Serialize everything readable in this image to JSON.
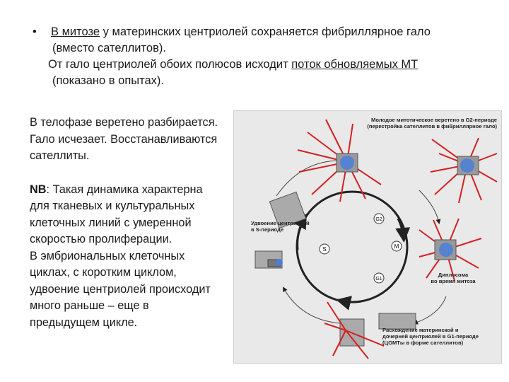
{
  "top": {
    "line1_pre": "В митозе",
    "line1_post": " у материнских центриолей сохраняется фибриллярное гало",
    "line2": "(вместо сателлитов).",
    "line3_pre": "От гало центриолей обоих полюсов исходит ",
    "line3_link": "поток обновляемых МТ",
    "line4": "(показано в опытах)."
  },
  "left": {
    "p1": "В телофазе веретено разбирается. Гало исчезает. Восстанавливаются сателлиты.",
    "nb_label": "NB",
    "nb_rest": ": Такая динамика характерна для тканевых и культуральных клеточных линий с умеренной скоростью пролиферации.",
    "p3": "В эмбриональных клеточных циклах, с коротким циклом, удвоение центриолей происходит много раньше – еще в предыдущем цикле."
  },
  "figure": {
    "cap_top_1": "Молодое митотическое веретено в G2-периоде",
    "cap_top_2": "(перестройка сателлитов в фибриллярное гало)",
    "cap_s_1": "Удвоение центриолей",
    "cap_s_2": "в S-периоде",
    "cap_dip_1": "Диплосома",
    "cap_dip_2": "во время митоза",
    "cap_bot_1": "Расхождение материнской и",
    "cap_bot_2": "дочерней центриолей в G1-периоде",
    "cap_bot_3": "(ЦОМТы в форме сателлитов)",
    "phase_g2": "G2",
    "phase_s": "S",
    "phase_m": "M",
    "phase_g1": "G1"
  },
  "colors": {
    "halo_red": "#d62020",
    "core_blue": "#4a7ed8",
    "arrow": "#222222"
  }
}
